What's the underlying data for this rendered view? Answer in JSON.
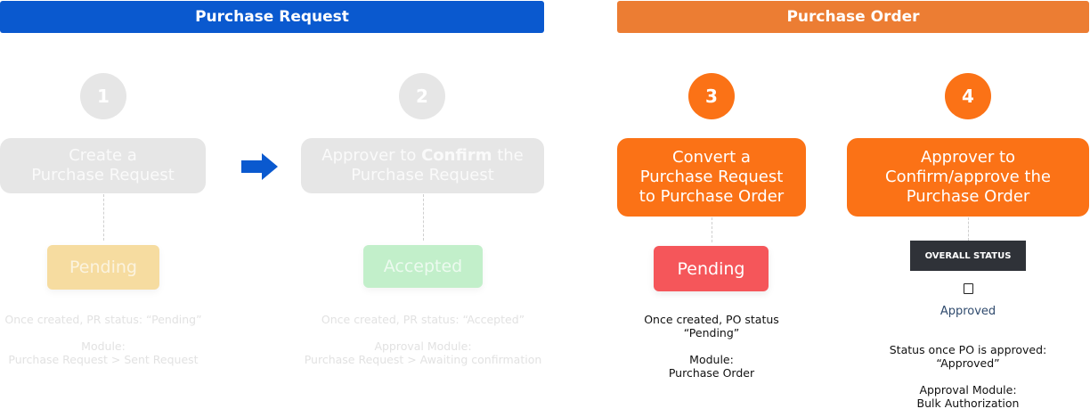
{
  "colors": {
    "pr_banner": "#0a59cf",
    "po_banner": "#ec7d33",
    "orange": "#fb7216",
    "faded_gray": "#e6e6e6",
    "pending_faded": "#f6dca0",
    "accepted_faded": "#c2efca",
    "pending_red": "#f5565a",
    "dark_label": "#2f3238",
    "arrow_blue": "#0a59cf"
  },
  "pr_section": {
    "banner": "Purchase Request",
    "step1": {
      "number": "1",
      "line1": "Create a",
      "line2": "Purchase Request",
      "status": "Pending",
      "note_line1": "Once created, PR status: “Pending”",
      "module_label": "Module:",
      "module_value": "Purchase Request > Sent Request"
    },
    "step2": {
      "number": "2",
      "line1_prefix": "Approver to ",
      "line1_bold": "Confirm",
      "line1_suffix": " the",
      "line2": "Purchase Request",
      "status": "Accepted",
      "note_line1": "Once created, PR status: “Accepted”",
      "module_label": "Approval Module:",
      "module_value": "Purchase Request > Awaiting confirmation"
    }
  },
  "po_section": {
    "banner": "Purchase Order",
    "step3": {
      "number": "3",
      "line1": "Convert a",
      "line2": "Purchase Request",
      "line3": "to Purchase Order",
      "status": "Pending",
      "note_line1": "Once created, PO status",
      "note_line2": "“Pending”",
      "module_label": "Module:",
      "module_value": "Purchase Order"
    },
    "step4": {
      "number": "4",
      "line1": "Approver to",
      "line2": "Confirm/approve the",
      "line3": "Purchase Order",
      "overall_status_label": "OVERALL STATUS",
      "checkbox_icon": "checkbox-icon",
      "approved_text": "Approved",
      "note_line1": "Status once PO is approved:",
      "note_line2": "“Approved”",
      "module_label": "Approval Module:",
      "module_value": "Bulk Authorization"
    }
  }
}
